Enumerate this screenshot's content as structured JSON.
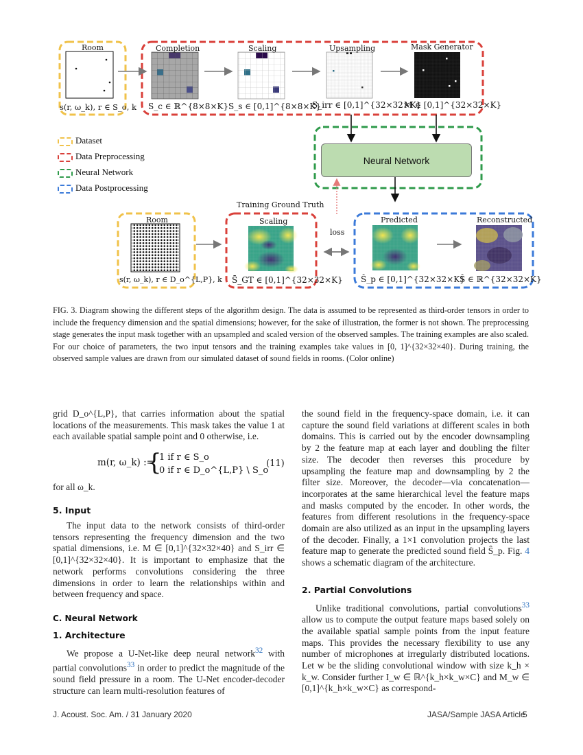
{
  "figure": {
    "room_top_title": "Room",
    "room_top_label": "s(r, ω_k), r ∈ S_o, k",
    "completion_title": "Completion",
    "completion_label": "S_c ∈ ℝ^{8×8×K}",
    "scaling_title": "Scaling",
    "scaling_label": "S_s ∈ [0,1]^{8×8×K}",
    "upsampling_title": "Upsampling",
    "upsampling_label": "S_irr ∈ [0,1]^{32×32×K}",
    "mask_title": "Mask Generator",
    "mask_label": "M ∈ [0,1]^{32×32×K}",
    "nn_label": "Neural Network",
    "legend": [
      {
        "label": "Dataset",
        "color": "#f0c24a"
      },
      {
        "label": "Data Preprocessing",
        "color": "#d9403a"
      },
      {
        "label": "Neural Network",
        "color": "#2e9a4a"
      },
      {
        "label": "Data Postprocessing",
        "color": "#3b7ad9"
      }
    ],
    "tgt_group_title": "Training Ground Truth",
    "room_bottom_title": "Room",
    "room_bottom_label": "s(r, ω_k), r ∈ D_o^{L,P}, k",
    "gt_scaling_title": "Scaling",
    "gt_label": "S̄_GT ∈ [0,1]^{32×32×K}",
    "loss_label": "loss",
    "predicted_title": "Predicted",
    "predicted_label": "Ŝ_p ∈ [0,1]^{32×32×K}",
    "reconstructed_title": "Reconstructed",
    "reconstructed_label": "Ŝ ∈ ℝ^{32×32×K}"
  },
  "caption": "FIG. 3. Diagram showing the different steps of the algorithm design. The data is assumed to be represented as third-order tensors in order to include the frequency dimension and the spatial dimensions; however, for the sake of illustration, the former is not shown. The preprocessing stage generates the input mask together with an upsampled and scaled version of the observed samples. The training examples are also scaled. For our choice of parameters, the two input tensors and the training examples take values in [0, 1]^{32×32×40}. During training, the observed sample values are drawn from our simulated dataset of sound fields in rooms. (Color online)",
  "left_col": {
    "para1": "grid D_o^{L,P}, that carries information about the spatial locations of the measurements. This mask takes the value 1 at each available spatial sample point and 0 otherwise, i.e.",
    "eq_lhs": "m(r, ω_k) :=",
    "eq_case1": "1  if r ∈ S_o",
    "eq_case2": "0  if r ∈ D_o^{L,P} \\ S_o",
    "eq_num": "(11)",
    "para2": "for all ω_k.",
    "h_input": "5. Input",
    "para3": "The input data to the network consists of third-order tensors representing the frequency dimension and the two spatial dimensions, i.e. M ∈ [0,1]^{32×32×40} and S_irr ∈ [0,1]^{32×32×40}. It is important to emphasize that the network performs convolutions considering the three dimensions in order to learn the relationships within and between frequency and space.",
    "h_nn": "C. Neural Network",
    "h_arch": "1. Architecture",
    "para4_a": "We propose a U-Net-like deep neural network",
    "ref32": "32",
    "para4_b": " with partial convolutions",
    "ref33": "33",
    "para4_c": " in order to predict the magnitude of the sound field pressure in a room. The U-Net encoder-decoder structure can learn multi-resolution features of"
  },
  "right_col": {
    "para1_a": "the sound field in the frequency-space domain, i.e. it can capture the sound field variations at different scales in both domains. This is carried out by the encoder downsampling by 2 the feature map at each layer and doubling the filter size. The decoder then reverses this procedure by upsampling the feature map and downsampling by 2 the filter size. Moreover, the decoder—via concatenation—incorporates at the same hierarchical level the feature maps and masks computed by the encoder. In other words, the features from different resolutions in the frequency-space domain are also utilized as an input in the upsampling layers of the decoder. Finally, a 1×1 convolution projects the last feature map to generate the predicted sound field Ŝ_p. Fig. ",
    "ref_fig": "4",
    "para1_b": " shows a schematic diagram of the architecture.",
    "h_partial": "2. Partial Convolutions",
    "para2_a": "Unlike traditional convolutions, partial convolutions",
    "ref33": "33",
    "para2_b": " allow us to compute the output feature maps based solely on the available spatial sample points from the input feature maps. This provides the necessary flexibility to use any number of microphones at irregularly distributed locations. Let w be the sliding convolutional window with size k_h × k_w. Consider further I_w ∈ ℝ^{k_h×k_w×C} and M_w ∈ [0,1]^{k_h×k_w×C} as correspond-"
  },
  "footer": {
    "left": "J. Acoust. Soc. Am.  /  31 January 2020",
    "right": "JASA/Sample JASA Article",
    "page": "5"
  }
}
